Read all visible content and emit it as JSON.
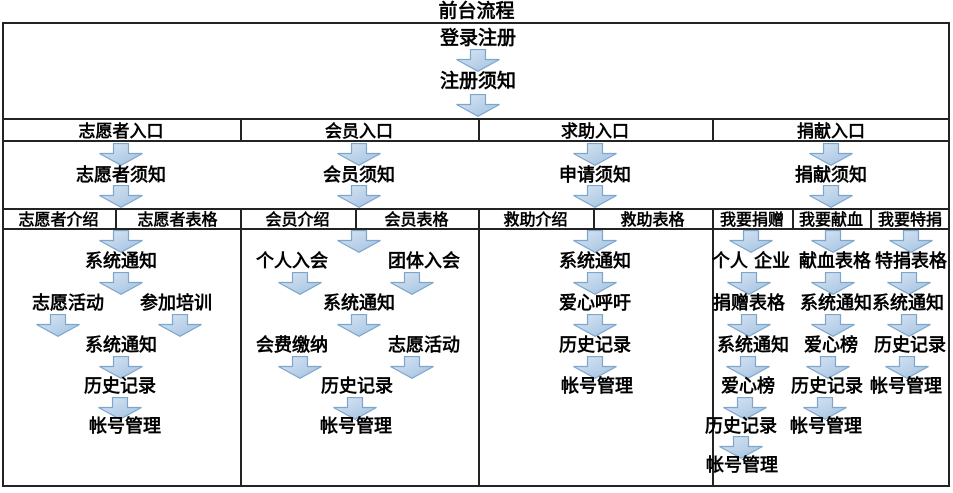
{
  "title": "前台流程",
  "top": {
    "login": "登录注册",
    "register_notice": "注册须知"
  },
  "entrances": [
    {
      "label": "志愿者入口",
      "notice": "志愿者须知"
    },
    {
      "label": "会员入口",
      "notice": "会员须知"
    },
    {
      "label": "求助入口",
      "notice": "申请须知"
    },
    {
      "label": "捐献入口",
      "notice": "捐献须知"
    }
  ],
  "subheaders": [
    "志愿者介绍",
    "志愿者表格",
    "会员介绍",
    "会员表格",
    "救助介绍",
    "救助表格",
    "我要捐赠",
    "我要献血",
    "我要特捐"
  ],
  "flows": {
    "volunteer": {
      "notify1": "系统通知",
      "activity": "志愿活动",
      "training": "参加培训",
      "notify2": "系统通知",
      "history": "历史记录",
      "account": "帐号管理"
    },
    "member": {
      "personal_join": "个人入会",
      "group_join": "团体入会",
      "notify": "系统通知",
      "fee": "会费缴纳",
      "activity": "志愿活动",
      "history": "历史记录",
      "account": "帐号管理"
    },
    "help": {
      "notify": "系统通知",
      "appeal": "爱心呼吁",
      "history": "历史记录",
      "account": "帐号管理"
    },
    "donation": {
      "give": {
        "who": "个人 企业",
        "form": "捐赠表格",
        "notify": "系统通知",
        "board": "爱心榜",
        "history": "历史记录",
        "account": "帐号管理"
      },
      "blood": {
        "form": "献血表格",
        "notify": "系统通知",
        "board": "爱心榜",
        "history": "历史记录",
        "account": "帐号管理"
      },
      "special": {
        "form": "特捐表格",
        "notify": "系统通知",
        "history": "历史记录",
        "account": "帐号管理"
      }
    }
  },
  "colors": {
    "arrow_fill_light": "#dbe7f4",
    "arrow_fill": "#a8c5e3",
    "arrow_edge": "#7ea6cc",
    "line": "#232323"
  }
}
